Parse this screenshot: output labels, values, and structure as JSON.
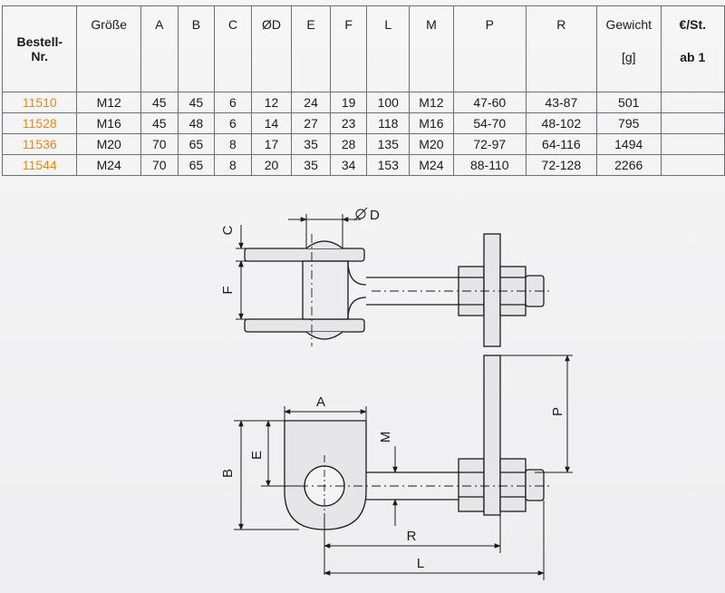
{
  "table": {
    "headers": {
      "nr": "Bestell-",
      "nr2": "Nr.",
      "groesse": "Größe",
      "a": "A",
      "b": "B",
      "c": "C",
      "d": "ØD",
      "e": "E",
      "f": "F",
      "l": "L",
      "m": "M",
      "p": "P",
      "r": "R",
      "gewicht": "Gewicht",
      "gewicht_unit": "[g]",
      "preis": "€/St.",
      "preis_sub": "ab 1"
    },
    "rows": [
      {
        "nr": "11510",
        "groesse": "M12",
        "a": "45",
        "b": "45",
        "c": "6",
        "d": "12",
        "e": "24",
        "f": "19",
        "l": "100",
        "m": "M12",
        "p": "47-60",
        "r": "43-87",
        "gewicht": "501",
        "preis": ""
      },
      {
        "nr": "11528",
        "groesse": "M16",
        "a": "45",
        "b": "48",
        "c": "6",
        "d": "14",
        "e": "27",
        "f": "23",
        "l": "118",
        "m": "M16",
        "p": "54-70",
        "r": "48-102",
        "gewicht": "795",
        "preis": ""
      },
      {
        "nr": "11536",
        "groesse": "M20",
        "a": "70",
        "b": "65",
        "c": "8",
        "d": "17",
        "e": "35",
        "f": "28",
        "l": "135",
        "m": "M20",
        "p": "72-97",
        "r": "64-116",
        "gewicht": "1494",
        "preis": ""
      },
      {
        "nr": "11544",
        "groesse": "M24",
        "a": "70",
        "b": "65",
        "c": "8",
        "d": "20",
        "e": "35",
        "f": "34",
        "l": "153",
        "m": "M24",
        "p": "88-110",
        "r": "72-128",
        "gewicht": "2266",
        "preis": ""
      }
    ]
  },
  "drawing": {
    "labels": {
      "c": "C",
      "d": "D",
      "f": "F",
      "a": "A",
      "b": "B",
      "e": "E",
      "m": "M",
      "p": "P",
      "r": "R",
      "l": "L"
    }
  },
  "colors": {
    "order_number": "#e08a1c",
    "line": "#1b1b1b"
  }
}
